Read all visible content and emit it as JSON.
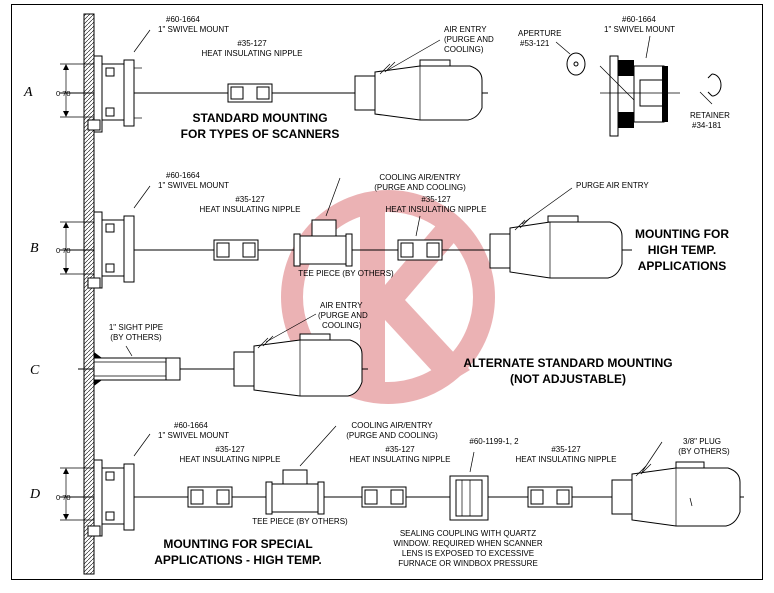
{
  "rows": {
    "a": {
      "letter": "A",
      "dim": "0 70",
      "swivel_part": "#60-1664",
      "swivel_name": "1\" SWIVEL MOUNT",
      "nipple_part": "#35-127",
      "nipple_name": "HEAT INSULATING NIPPLE",
      "air_line1": "AIR ENTRY",
      "air_line2": "(PURGE AND",
      "air_line3": "COOLING)",
      "caption_line1": "STANDARD MOUNTING",
      "caption_line2": "FOR TYPES OF SCANNERS",
      "aperture_name": "APERTURE",
      "aperture_part": "#53-121",
      "detail_swivel_part": "#60-1664",
      "detail_swivel_name": "1\" SWIVEL MOUNT",
      "retainer_name": "RETAINER",
      "retainer_part": "#34-181"
    },
    "b": {
      "letter": "B",
      "dim": "0 70",
      "swivel_part": "#60-1664",
      "swivel_name": "1\" SWIVEL MOUNT",
      "nipple1_part": "#35-127",
      "nipple1_name": "HEAT INSULATING NIPPLE",
      "cooling_line1": "COOLING AIR/ENTRY",
      "cooling_line2": "(PURGE AND COOLING)",
      "nipple2_part": "#35-127",
      "nipple2_name": "HEAT INSULATING NIPPLE",
      "purge_label": "PURGE AIR ENTRY",
      "tee_label": "TEE PIECE (BY OTHERS)",
      "caption_line1": "MOUNTING FOR",
      "caption_line2": "HIGH TEMP.",
      "caption_line3": "APPLICATIONS"
    },
    "c": {
      "letter": "C",
      "pipe_line1": "1\" SIGHT PIPE",
      "pipe_line2": "(BY OTHERS)",
      "air_line1": "AIR ENTRY",
      "air_line2": "(PURGE AND",
      "air_line3": "COOLING)",
      "caption_line1": "ALTERNATE STANDARD MOUNTING",
      "caption_line2": "(NOT ADJUSTABLE)"
    },
    "d": {
      "letter": "D",
      "dim": "0 70",
      "swivel_part": "#60-1664",
      "swivel_name": "1\" SWIVEL MOUNT",
      "nipple1_part": "#35-127",
      "nipple1_name": "HEAT INSULATING NIPPLE",
      "cooling_line1": "COOLING AIR/ENTRY",
      "cooling_line2": "(PURGE AND COOLING)",
      "nipple2_part": "#35-127",
      "nipple2_name": "HEAT INSULATING NIPPLE",
      "coupling_part": "#60-1199-1, 2",
      "nipple3_part": "#35-127",
      "nipple3_name": "HEAT INSULATING NIPPLE",
      "plug_line1": "3/8\" PLUG",
      "plug_line2": "(BY OTHERS)",
      "tee_label": "TEE PIECE (BY OTHERS)",
      "sealing_line1": "SEALING COUPLING WITH QUARTZ",
      "sealing_line2": "WINDOW. REQUIRED WHEN SCANNER",
      "sealing_line3": "LENS IS EXPOSED TO EXCESSIVE",
      "sealing_line4": "FURNACE OR WINDBOX PRESSURE",
      "caption_line1": "MOUNTING FOR SPECIAL",
      "caption_line2": "APPLICATIONS - HIGH TEMP."
    }
  },
  "colors": {
    "watermark": "#e8a5a8",
    "line": "#000000"
  }
}
